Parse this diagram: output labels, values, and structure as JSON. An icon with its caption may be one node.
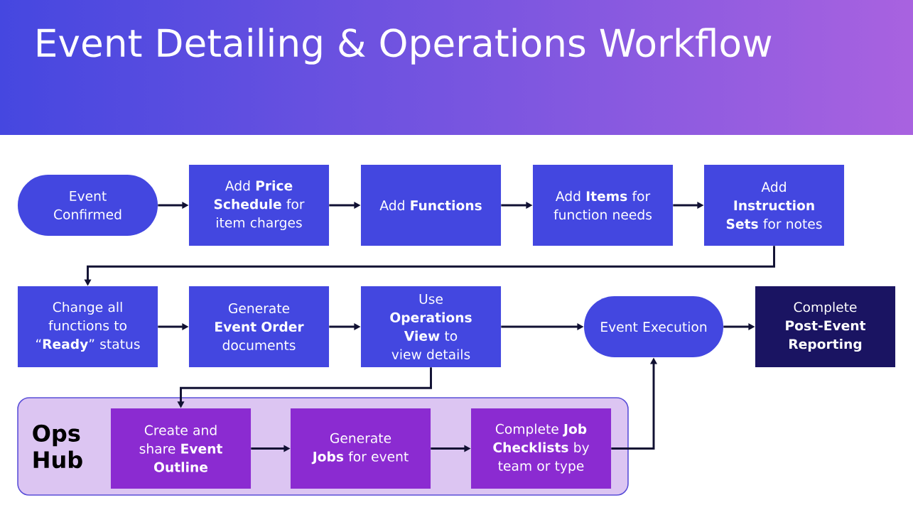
{
  "diagram": {
    "title": "Event Detailing & Operations Workflow",
    "nodes": [
      {
        "text": [
          "Event Confirmed"
        ]
      },
      {
        "text": [
          "Add **Price Schedule** for item charges"
        ]
      },
      {
        "text": [
          "Add **Functions**"
        ]
      },
      {
        "text": [
          "Add **Items** for function needs"
        ]
      },
      {
        "text": [
          "Add **Instruction Sets** for notes"
        ]
      },
      {
        "text": [
          "Change all functions to “**Ready**” status"
        ]
      },
      {
        "text": [
          "Generate **Event Order** documents"
        ]
      },
      {
        "text": [
          "Use **Operations View** to view details"
        ]
      },
      {
        "text": [
          "Event Execution"
        ]
      },
      {
        "text": [
          "Complete **Post-Event Reporting**"
        ]
      },
      {
        "text": [
          "Ops Hub"
        ]
      },
      {
        "text": [
          "Create and share **Event Outline**"
        ],
        "in": 10
      },
      {
        "text": [
          "Generate **Jobs** for event"
        ],
        "in": 10
      },
      {
        "text": [
          "Complete **Job Checklists** by team or type"
        ],
        "in": 10
      }
    ],
    "edges": [
      {
        "from": 0,
        "to": 1,
        "arrow": "to"
      },
      {
        "from": 1,
        "to": 2,
        "arrow": "to"
      },
      {
        "from": 2,
        "to": 3,
        "arrow": "to"
      },
      {
        "from": 3,
        "to": 4,
        "arrow": "to"
      },
      {
        "from": 4,
        "to": 5,
        "arrow": "to"
      },
      {
        "from": 5,
        "to": 6,
        "arrow": "to"
      },
      {
        "from": 6,
        "to": 7,
        "arrow": "to"
      },
      {
        "from": 7,
        "to": 8,
        "arrow": "to"
      },
      {
        "from": 8,
        "to": 9,
        "arrow": "to"
      },
      {
        "from": 7,
        "to": 11,
        "arrow": "to"
      },
      {
        "from": 11,
        "to": 12,
        "arrow": "to"
      },
      {
        "from": 12,
        "to": 13,
        "arrow": "to"
      },
      {
        "from": 13,
        "to": 8,
        "arrow": "to"
      }
    ]
  }
}
